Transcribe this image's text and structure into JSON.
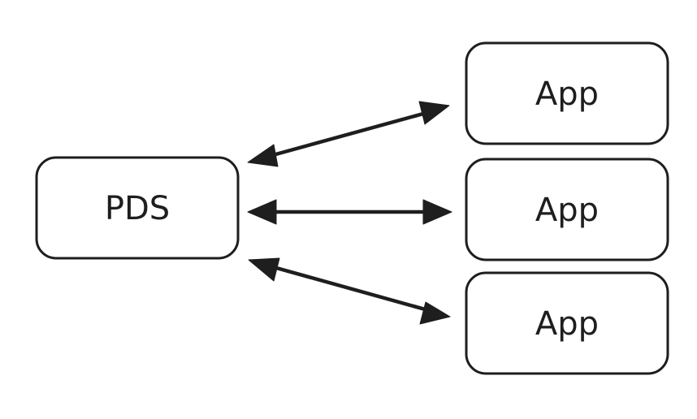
{
  "diagram": {
    "nodes": {
      "pds": {
        "label": "PDS"
      },
      "app_top": {
        "label": "App"
      },
      "app_middle": {
        "label": "App"
      },
      "app_bottom": {
        "label": "App"
      }
    },
    "edges": [
      {
        "from": "pds",
        "to": "app_top",
        "direction": "bidirectional"
      },
      {
        "from": "pds",
        "to": "app_middle",
        "direction": "bidirectional"
      },
      {
        "from": "pds",
        "to": "app_bottom",
        "direction": "bidirectional"
      }
    ],
    "colors": {
      "stroke": "#1e1e1e",
      "background": "#ffffff"
    }
  }
}
